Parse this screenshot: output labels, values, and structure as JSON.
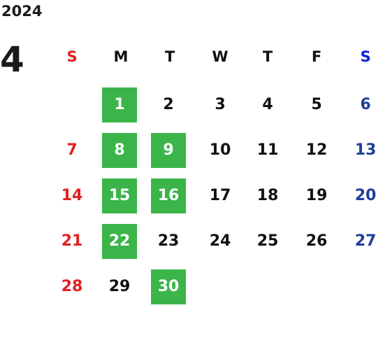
{
  "year": "2024",
  "month": "4",
  "colors": {
    "highlight": "#3bb54a",
    "sunday": "#e02020",
    "saturday_header": "#1020d0",
    "saturday": "#1f3f9a",
    "text": "#111111"
  },
  "weekdays": [
    "S",
    "M",
    "T",
    "W",
    "T",
    "F",
    "S"
  ],
  "first_weekday_index": 1,
  "days": [
    {
      "day": "1",
      "highlighted": true
    },
    {
      "day": "2",
      "highlighted": false
    },
    {
      "day": "3",
      "highlighted": false
    },
    {
      "day": "4",
      "highlighted": false
    },
    {
      "day": "5",
      "highlighted": false
    },
    {
      "day": "6",
      "highlighted": false
    },
    {
      "day": "7",
      "highlighted": false
    },
    {
      "day": "8",
      "highlighted": true
    },
    {
      "day": "9",
      "highlighted": true
    },
    {
      "day": "10",
      "highlighted": false
    },
    {
      "day": "11",
      "highlighted": false
    },
    {
      "day": "12",
      "highlighted": false
    },
    {
      "day": "13",
      "highlighted": false
    },
    {
      "day": "14",
      "highlighted": false
    },
    {
      "day": "15",
      "highlighted": true
    },
    {
      "day": "16",
      "highlighted": true
    },
    {
      "day": "17",
      "highlighted": false
    },
    {
      "day": "18",
      "highlighted": false
    },
    {
      "day": "19",
      "highlighted": false
    },
    {
      "day": "20",
      "highlighted": false
    },
    {
      "day": "21",
      "highlighted": false
    },
    {
      "day": "22",
      "highlighted": true
    },
    {
      "day": "23",
      "highlighted": false
    },
    {
      "day": "24",
      "highlighted": false
    },
    {
      "day": "25",
      "highlighted": false
    },
    {
      "day": "26",
      "highlighted": false
    },
    {
      "day": "27",
      "highlighted": false
    },
    {
      "day": "28",
      "highlighted": false
    },
    {
      "day": "29",
      "highlighted": false
    },
    {
      "day": "30",
      "highlighted": true
    }
  ]
}
